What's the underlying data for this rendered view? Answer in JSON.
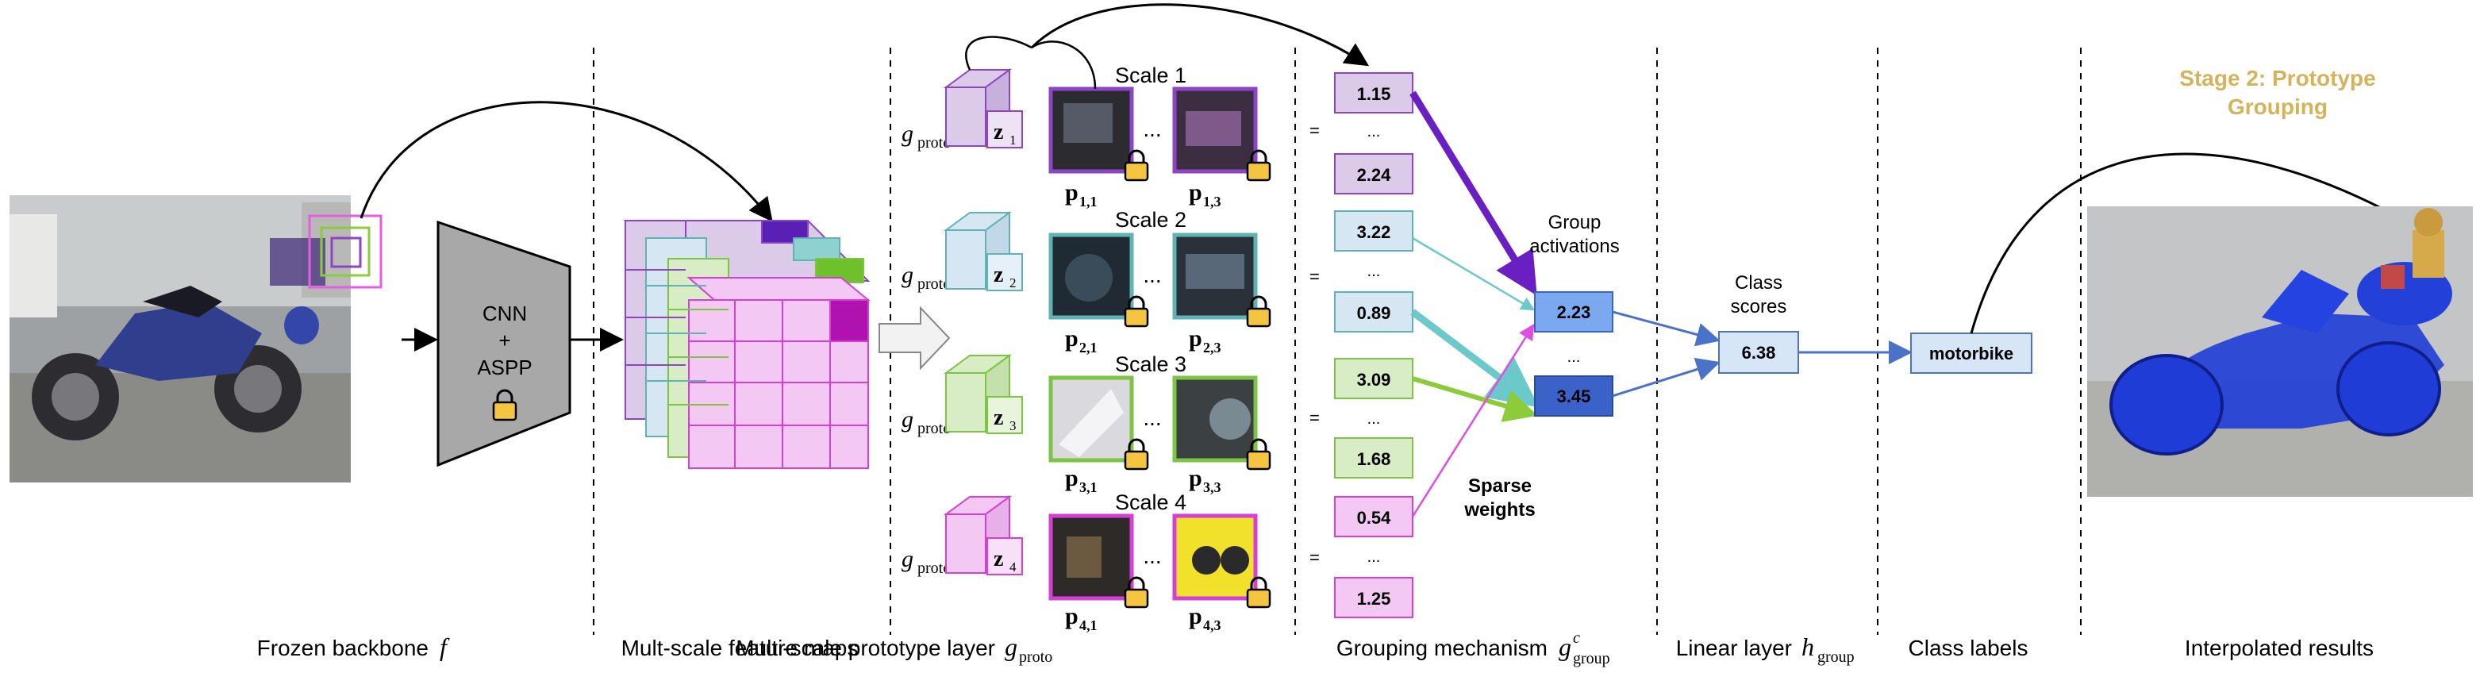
{
  "stage_title": [
    "Stage 2: Prototype",
    "Grouping"
  ],
  "column_captions": {
    "backbone": "Frozen backbone",
    "backbone_sym": "f",
    "feature_maps": "Mult-scale feature maps",
    "proto_layer": "Multi-scale prototype layer",
    "proto_sym": "g",
    "proto_sub": "proto",
    "grouping": "Grouping mechanism",
    "grouping_sym": "g",
    "grouping_sup": "c",
    "grouping_sub": "group",
    "linear": "Linear layer",
    "linear_sym": "h",
    "linear_sub": "group",
    "class_labels": "Class labels",
    "interpolated": "Interpolated results"
  },
  "cnn_box": [
    "CNN",
    "+",
    "ASPP"
  ],
  "g_label": "g",
  "g_sub": "proto",
  "scales": [
    {
      "name": "Scale 1",
      "z": "z",
      "z_sub": "1",
      "p_left": "p",
      "p_left_sub": "1,1",
      "p_right": "p",
      "p_right_sub": "1,3",
      "color": "#8e44c7",
      "fill": "#dccbe8"
    },
    {
      "name": "Scale 2",
      "z": "z",
      "z_sub": "2",
      "p_left": "p",
      "p_left_sub": "2,1",
      "p_right": "p",
      "p_right_sub": "2,3",
      "color": "#5fb3b3",
      "fill": "#d6e6f2"
    },
    {
      "name": "Scale 3",
      "z": "z",
      "z_sub": "3",
      "p_left": "p",
      "p_left_sub": "3,1",
      "p_right": "p",
      "p_right_sub": "3,3",
      "color": "#7cc443",
      "fill": "#d8ecc6"
    },
    {
      "name": "Scale 4",
      "z": "z",
      "z_sub": "4",
      "p_left": "p",
      "p_left_sub": "4,1",
      "p_right": "p",
      "p_right_sub": "4,3",
      "color": "#d63ed6",
      "fill": "#f3c9f3"
    }
  ],
  "ellipsis": "...",
  "equals": "=",
  "similarity_values": [
    "1.15",
    "...",
    "2.24",
    "3.22",
    "...",
    "0.89",
    "3.09",
    "...",
    "1.68",
    "0.54",
    "...",
    "1.25"
  ],
  "group_activations_label": [
    "Group",
    "activations"
  ],
  "group_activations": [
    "2.23",
    "...",
    "3.45"
  ],
  "sparse_weights_label": [
    "Sparse",
    "weights"
  ],
  "class_scores_label": [
    "Class",
    "scores"
  ],
  "class_score": "6.38",
  "class_label": "motorbike",
  "colors": {
    "accent_gold": "#d4b35a",
    "blue_light": "#7aa9f0",
    "blue_dark": "#3a62c9",
    "purple": "#6a1fc2",
    "teal": "#6cc9c9",
    "green": "#8ccc3a",
    "magenta": "#e14ce1",
    "arrow_blue": "#4a72c9"
  }
}
